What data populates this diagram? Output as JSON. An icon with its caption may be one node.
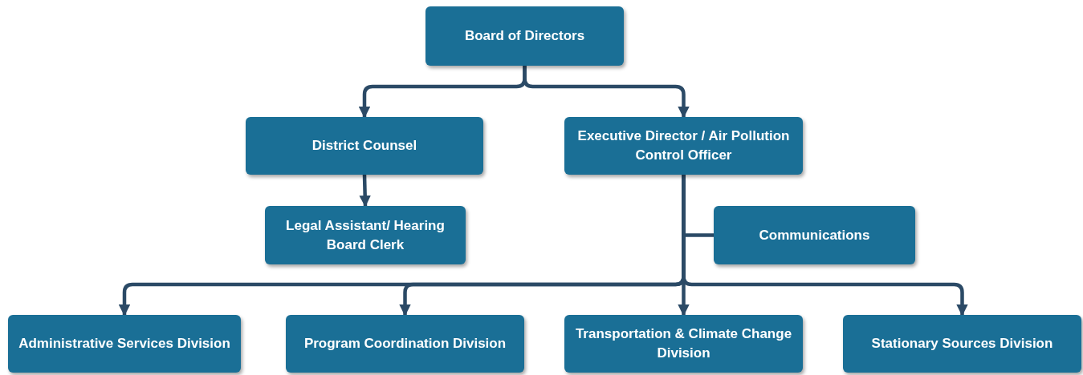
{
  "diagram": {
    "nodes": [
      {
        "text": [
          "Board of Directors"
        ]
      },
      {
        "text": [
          "District Counsel"
        ]
      },
      {
        "text": [
          "Executive Director / Air Pollution Control Officer"
        ]
      },
      {
        "text": [
          "Legal Assistant/ Hearing Board Clerk"
        ]
      },
      {
        "text": [
          "Communications"
        ]
      },
      {
        "text": [
          "Administrative Services Division"
        ]
      },
      {
        "text": [
          "Program Coordination Division"
        ]
      },
      {
        "text": [
          "Transportation & Climate Change Division"
        ]
      },
      {
        "text": [
          "Stationary Sources Division"
        ]
      }
    ],
    "edges": [
      {
        "from": 0,
        "to": 1,
        "arrow": "to"
      },
      {
        "from": 0,
        "to": 2,
        "arrow": "to"
      },
      {
        "from": 1,
        "to": 3,
        "arrow": "to"
      },
      {
        "from": 2,
        "to": 4,
        "arrow": "none"
      },
      {
        "from": 2,
        "to": 5,
        "arrow": "to"
      },
      {
        "from": 2,
        "to": 6,
        "arrow": "to"
      },
      {
        "from": 2,
        "to": 7,
        "arrow": "to"
      },
      {
        "from": 2,
        "to": 8,
        "arrow": "to"
      }
    ]
  }
}
